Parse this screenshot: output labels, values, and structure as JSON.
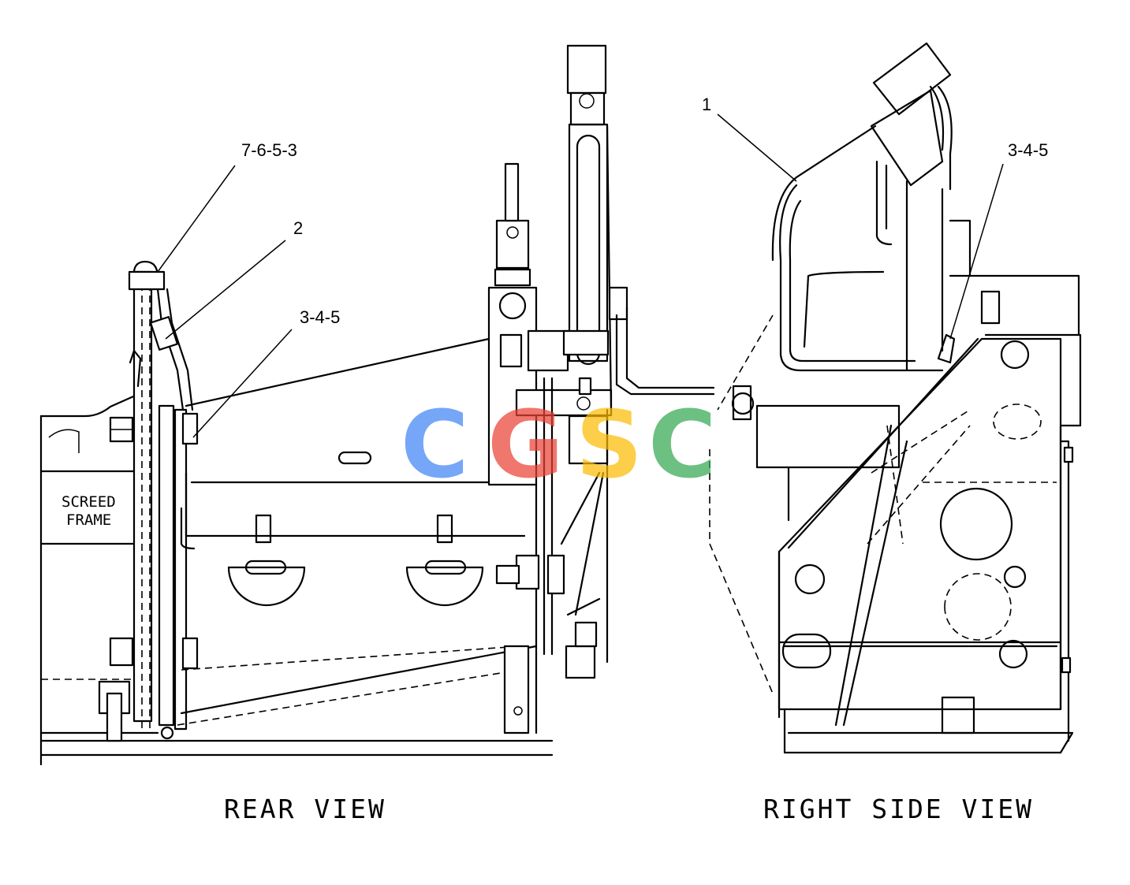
{
  "views": {
    "rear": {
      "title": "REAR VIEW"
    },
    "right_side": {
      "title": "RIGHT SIDE VIEW"
    }
  },
  "labels": {
    "screed_frame_line1": "SCREED",
    "screed_frame_line2": "FRAME"
  },
  "callouts": {
    "rear_7_6_5_3": "7-6-5-3",
    "rear_2": "2",
    "rear_3_4_5": "3-4-5",
    "side_1": "1",
    "side_3_4_5": "3-4-5"
  },
  "watermark": {
    "letters": [
      "C",
      "G",
      "S",
      "C"
    ],
    "colors": [
      "#4285F4",
      "#EA4335",
      "#FBBC05",
      "#34A853"
    ]
  }
}
